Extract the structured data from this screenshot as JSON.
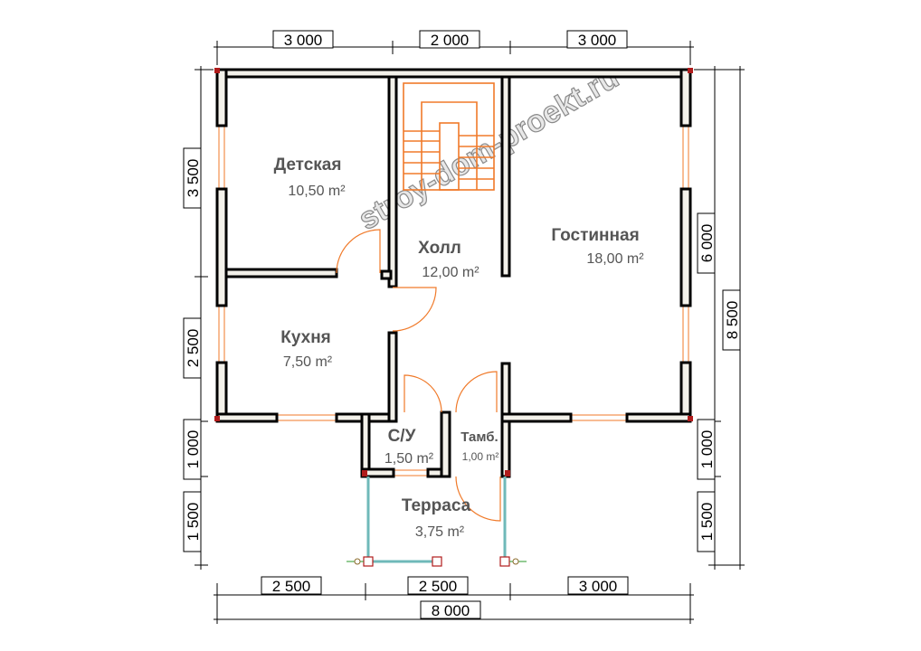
{
  "watermark": "stroy-dom-proekt.ru",
  "dimensions": {
    "top": [
      "3 000",
      "2 000",
      "3 000"
    ],
    "bottom": [
      "2 500",
      "2 500",
      "3 000"
    ],
    "total_width": "8 000",
    "left": [
      "3 500",
      "2 500",
      "1 000",
      "1 500"
    ],
    "right_inner": [
      "6 000",
      "1 000",
      "1 500"
    ],
    "right_total": "8 500"
  },
  "rooms": [
    {
      "name": "Детская",
      "area": "10,50 m²"
    },
    {
      "name": "Холл",
      "area": "12,00 m²"
    },
    {
      "name": "Гостинная",
      "area": "18,00 m²"
    },
    {
      "name": "Кухня",
      "area": "7,50 m²"
    },
    {
      "name": "С/У",
      "area": "1,50 m²"
    },
    {
      "name": "Тамб.",
      "area": "1,00 m²"
    },
    {
      "name": "Терраса",
      "area": "3,75 m²"
    }
  ],
  "colors": {
    "wall_fill": "#f3f1ea",
    "fixtures": "#f07a2a",
    "glass": "#6fb9b9"
  }
}
